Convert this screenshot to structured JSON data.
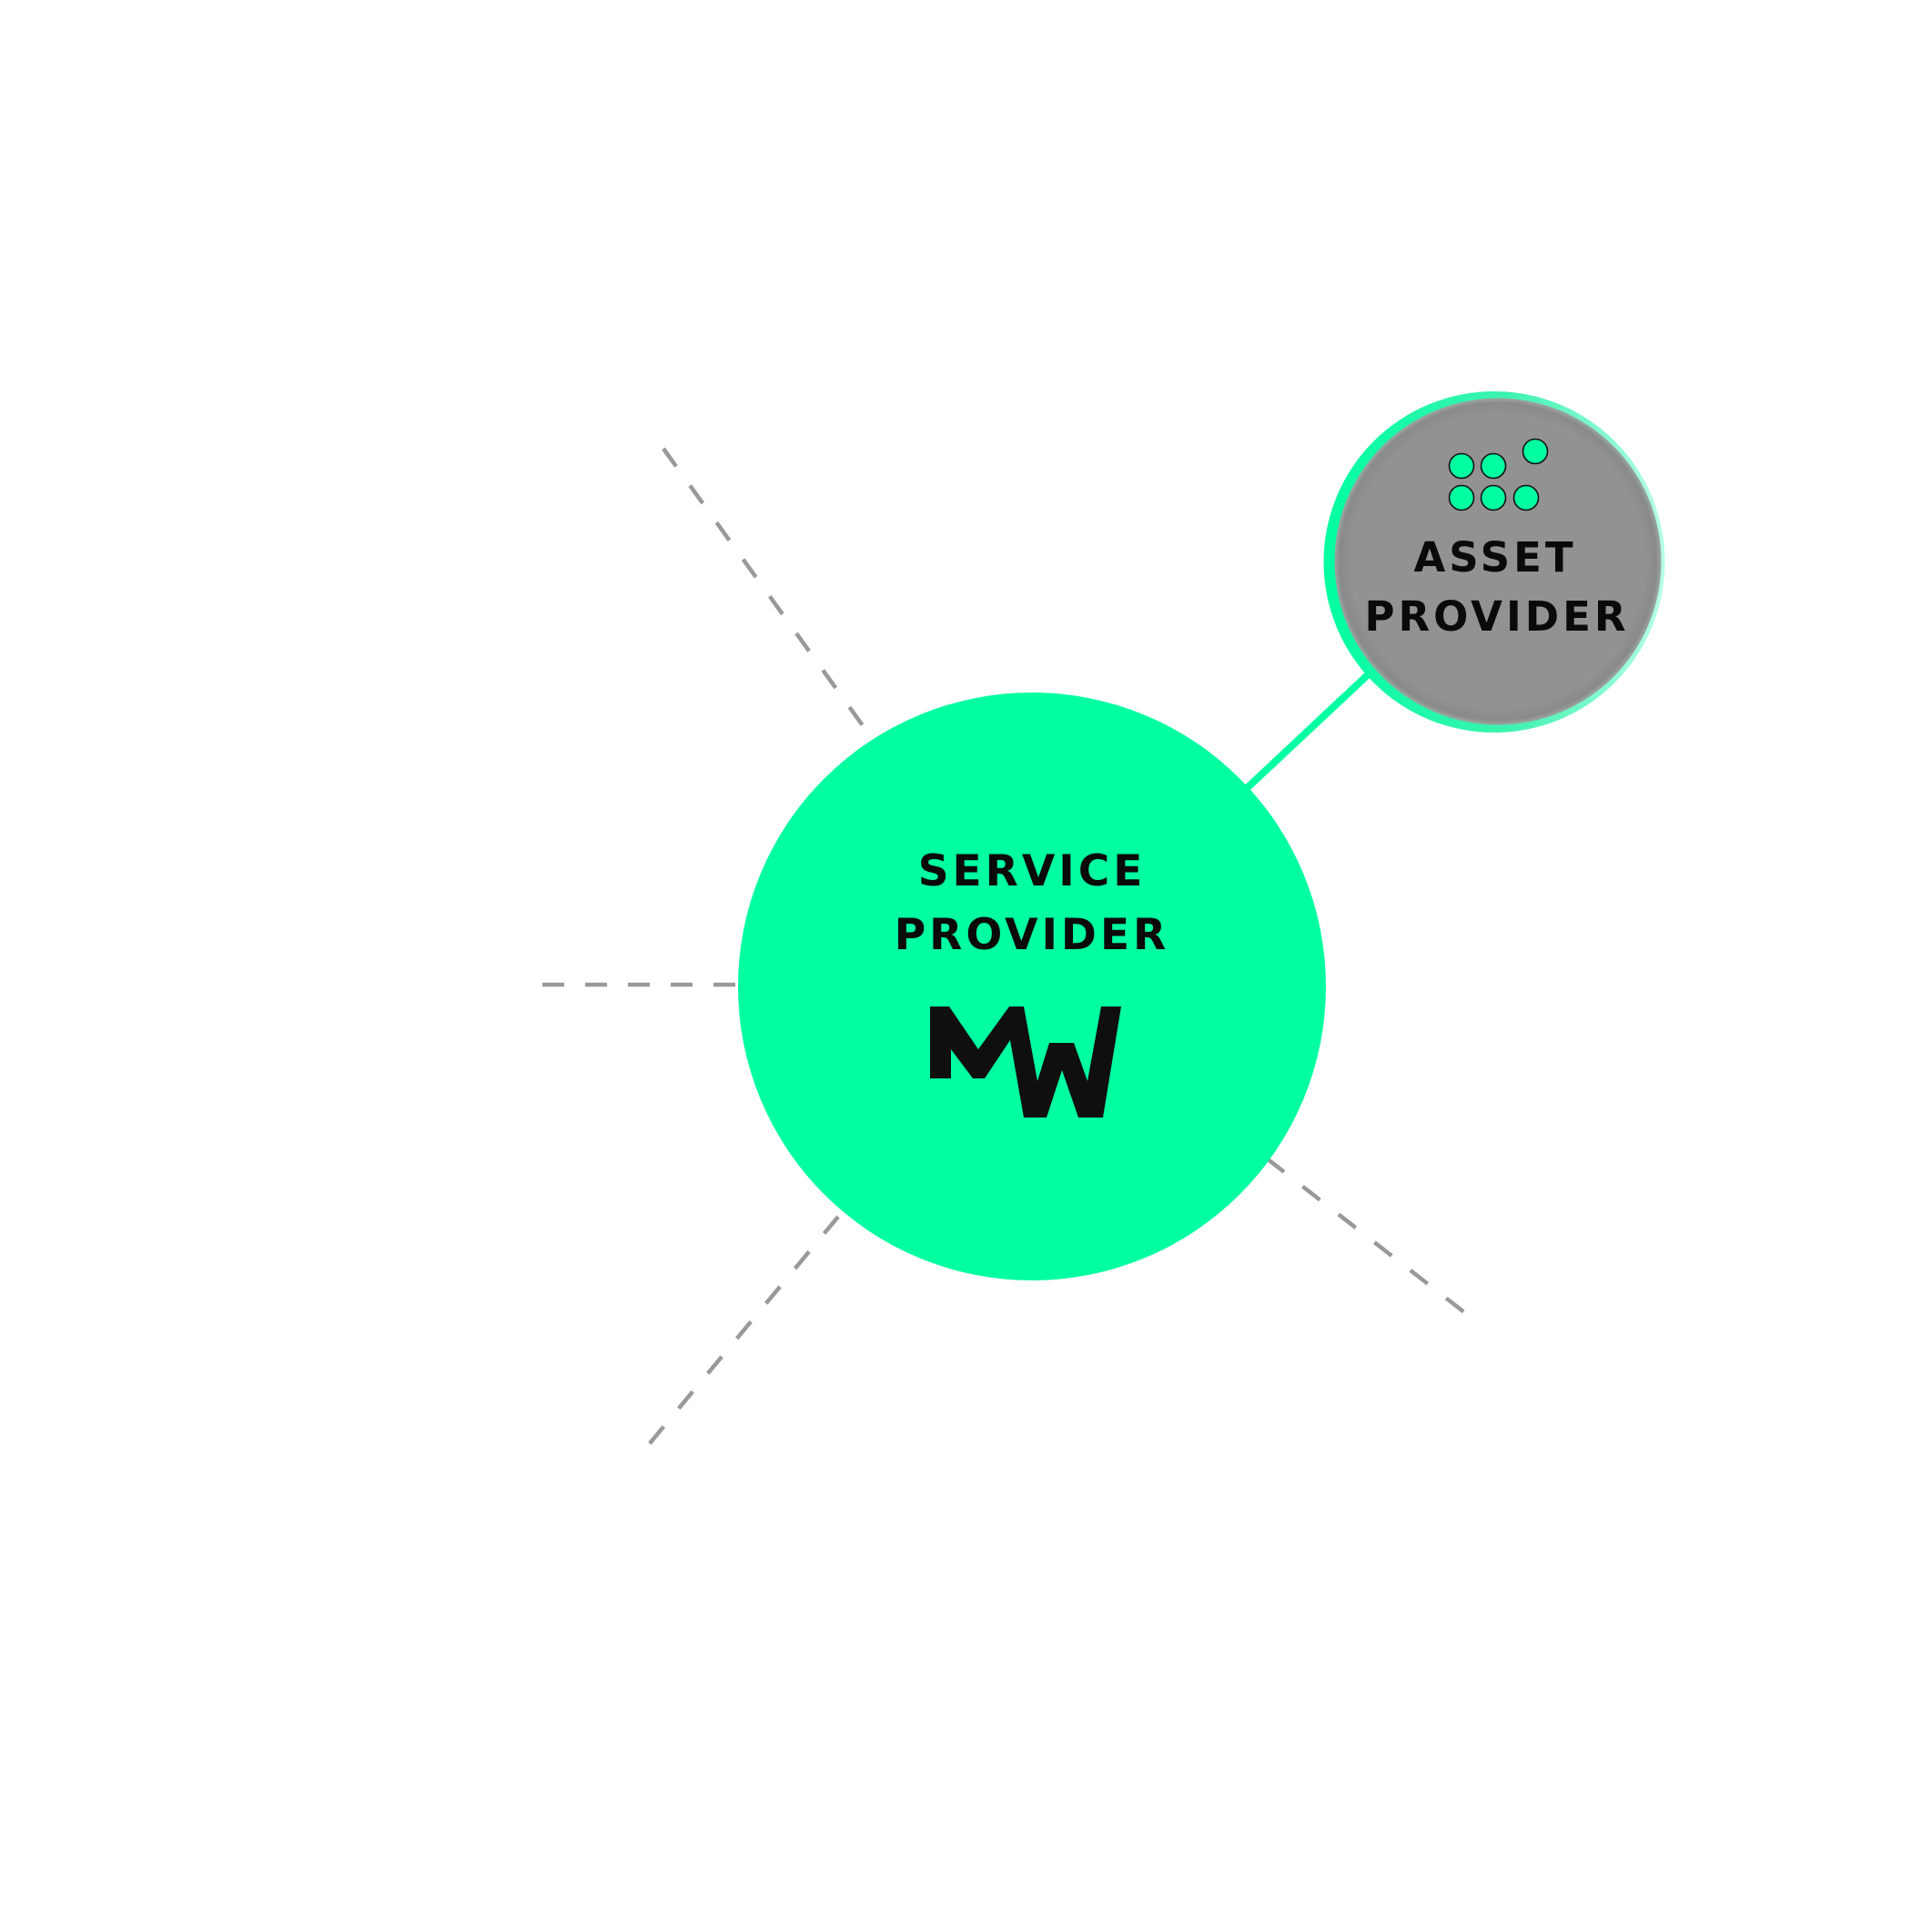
{
  "diagram": {
    "title": "Service provider network",
    "colors": {
      "accent": "#00ffa1",
      "accent_light": "#a8ffe2",
      "asset_fill": "#929292",
      "connector_dash": "#999999",
      "text": "#0a0a0a",
      "logo": "#0f0f0f",
      "background": "#ffffff"
    },
    "central_node": {
      "label_line1": "SERVICE",
      "label_line2": "PROVIDER",
      "logo": "MW",
      "logo_icon": "mw-logo-icon"
    },
    "connected_node": {
      "label_line1": "ASSET",
      "label_line2": "PROVIDER",
      "icon": "dot-grid-icon",
      "icon_dot_count": 6
    },
    "connections": [
      {
        "target": "asset-provider",
        "style": "solid",
        "state": "connected"
      },
      {
        "target": "empty-slot-upper-left",
        "style": "dashed",
        "state": "unconnected"
      },
      {
        "target": "empty-slot-left",
        "style": "dashed",
        "state": "unconnected"
      },
      {
        "target": "empty-slot-lower-left",
        "style": "dashed",
        "state": "unconnected"
      },
      {
        "target": "empty-slot-lower-right",
        "style": "dashed",
        "state": "unconnected"
      }
    ]
  }
}
